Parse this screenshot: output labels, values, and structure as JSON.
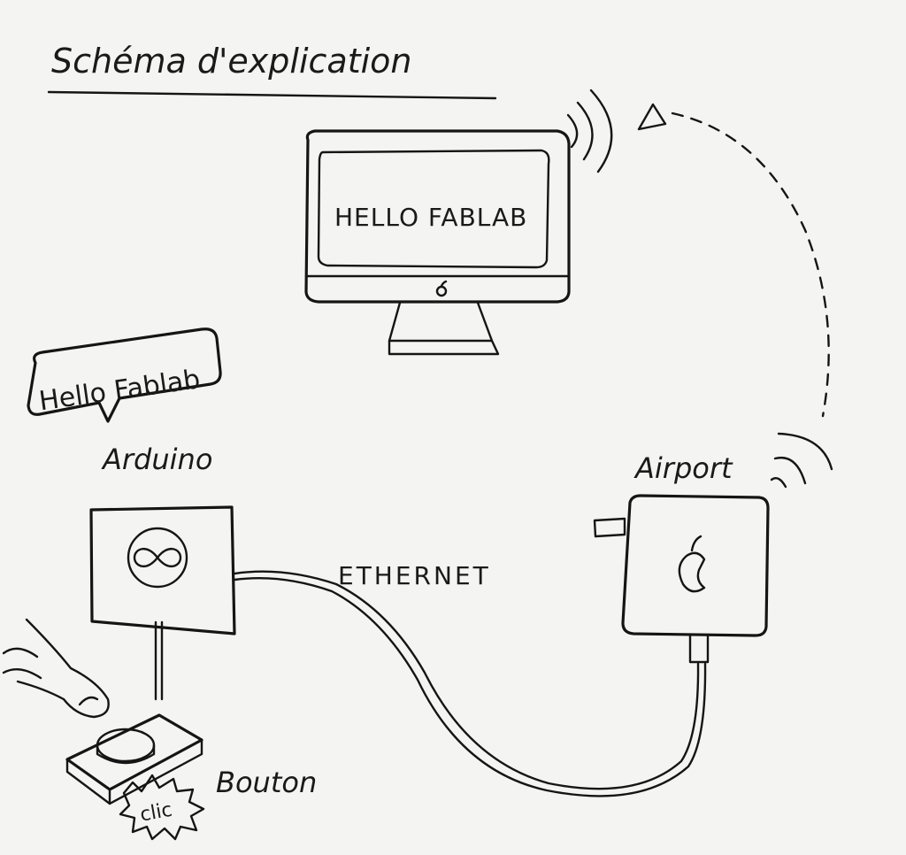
{
  "title": "Schéma d'explication",
  "monitor": {
    "screen_text": "HELLO FABLAB"
  },
  "speech_bubble": {
    "text": "Hello Fablab"
  },
  "arduino": {
    "label": "Arduino"
  },
  "airport": {
    "label": "Airport"
  },
  "cable": {
    "label": "ETHERNET"
  },
  "button": {
    "label": "Bouton",
    "click_text": "clic"
  },
  "colors": {
    "ink": "#151515",
    "paper": "#f4f4f2"
  }
}
